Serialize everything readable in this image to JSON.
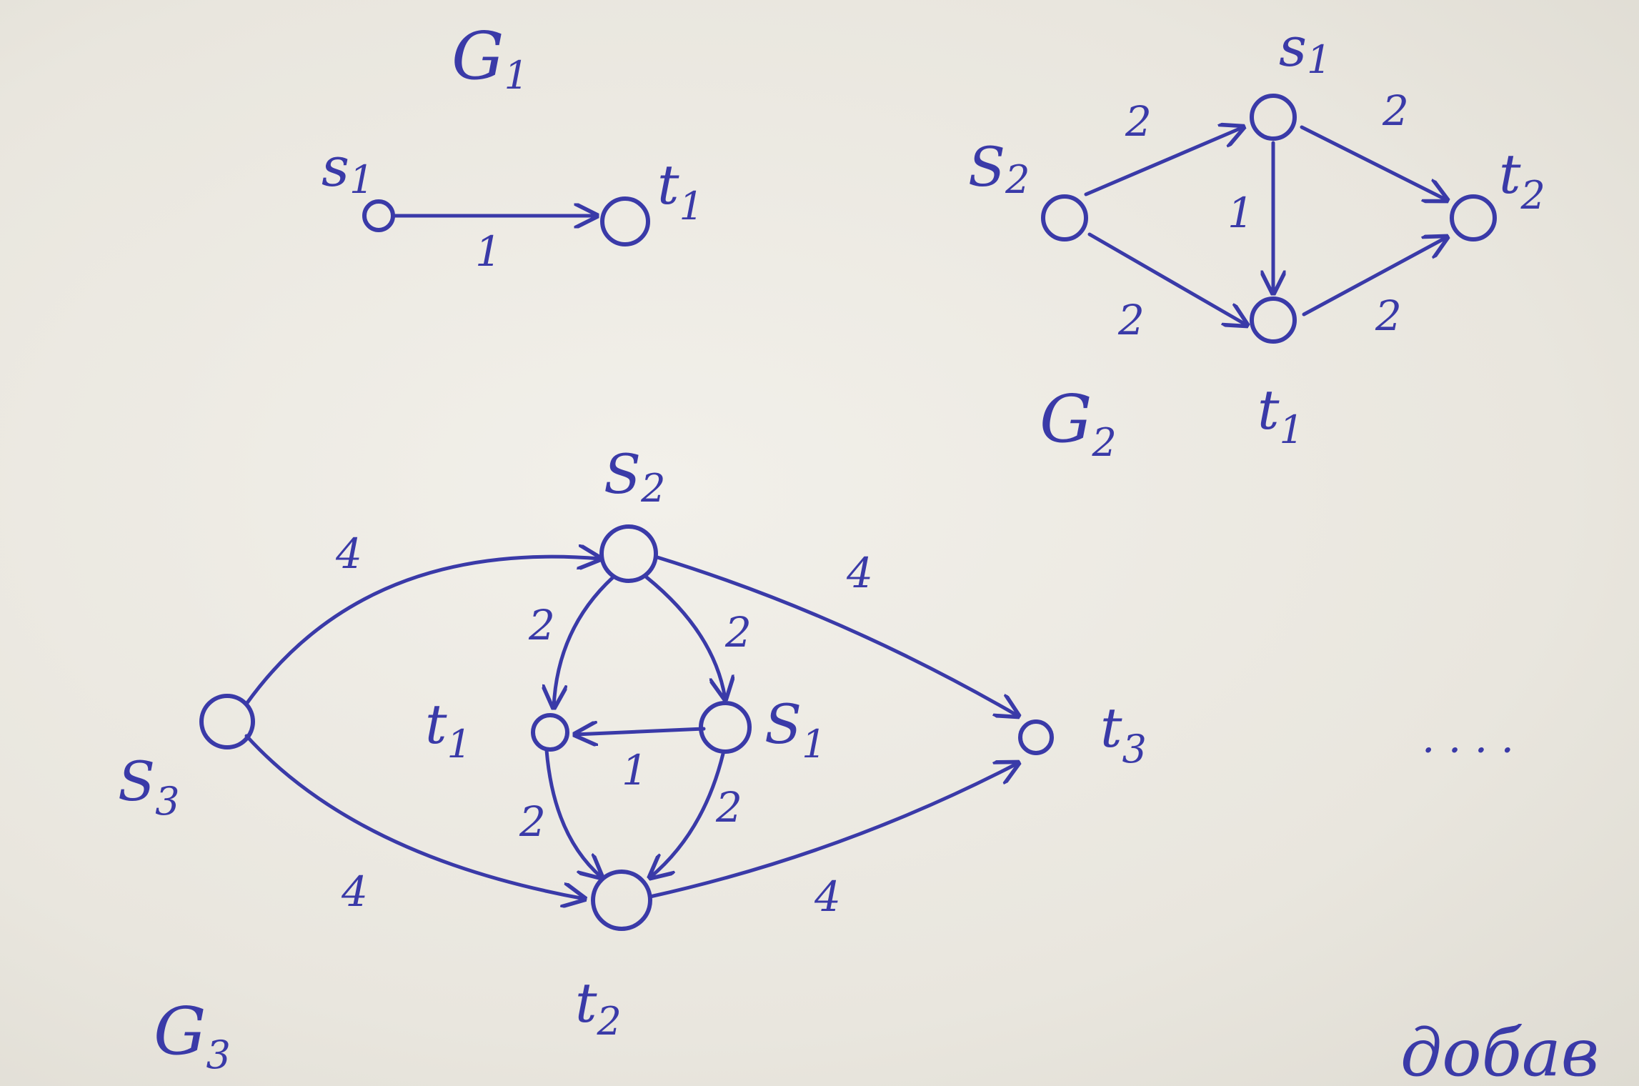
{
  "graphs": {
    "g1": {
      "title_main": "G",
      "title_sub": "1",
      "nodes": {
        "s1": {
          "main": "s",
          "sub": "1"
        },
        "t1": {
          "main": "t",
          "sub": "1"
        }
      },
      "weights": {
        "s1_t1": "1"
      }
    },
    "g2": {
      "title_main": "G",
      "title_sub": "2",
      "nodes": {
        "s2": {
          "main": "S",
          "sub": "2"
        },
        "s1": {
          "main": "s",
          "sub": "1"
        },
        "t2": {
          "main": "t",
          "sub": "2"
        },
        "t1": {
          "main": "t",
          "sub": "1"
        }
      },
      "weights": {
        "s2_s1": "2",
        "s1_t2": "2",
        "s1_t1": "1",
        "s2_t1": "2",
        "t1_t2": "2"
      }
    },
    "g3": {
      "title_main": "G",
      "title_sub": "3",
      "nodes": {
        "s3": {
          "main": "S",
          "sub": "3"
        },
        "s2": {
          "main": "S",
          "sub": "2"
        },
        "t1": {
          "main": "t",
          "sub": "1"
        },
        "s1": {
          "main": "S",
          "sub": "1"
        },
        "t2": {
          "main": "t",
          "sub": "2"
        },
        "t3": {
          "main": "t",
          "sub": "3"
        }
      },
      "weights": {
        "s3_s2": "4",
        "s3_t2": "4",
        "s2_t3": "4",
        "t2_t3": "4",
        "s2_t1": "2",
        "s2_s1": "2",
        "s1_t1": "1",
        "t1_t2": "2",
        "s1_t2": "2"
      }
    }
  },
  "ellipsis": "· · · ·",
  "corner_fragment": "добав",
  "colors": {
    "ink": "#3a3aa8",
    "paper": "#ece9e2"
  }
}
